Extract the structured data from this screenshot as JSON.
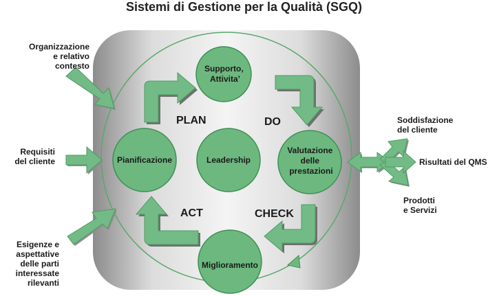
{
  "title": "Sistemi di Gestione per la Qualità (SGQ)",
  "inputs": {
    "organizzazione": [
      "Organizzazione",
      "e relativo",
      "contesto"
    ],
    "requisiti": [
      "Requisiti",
      "del cliente"
    ],
    "esigenze": [
      "Esigenze e",
      "aspettative",
      "delle parti",
      "interessate",
      "rilevanti"
    ]
  },
  "outputs": {
    "soddisfazione": [
      "Soddisfazione",
      "del cliente"
    ],
    "risultati": [
      "Risultati del QMS"
    ],
    "prodotti": [
      "Prodotti",
      "e Servizi"
    ]
  },
  "nodes": {
    "supporto": [
      "Supporto,",
      "Attivita’"
    ],
    "pianificazione": [
      "Pianificazione"
    ],
    "leadership": [
      "Leadership"
    ],
    "valutazione": [
      "Valutazione",
      "delle",
      "prestazioni"
    ],
    "miglioramento": [
      "Miglioramento"
    ]
  },
  "phases": {
    "plan": "PLAN",
    "do": "DO",
    "act": "ACT",
    "check": "CHECK"
  },
  "colors": {
    "node_fill": "#6db87f",
    "node_stroke": "#3e8f55",
    "arrow_fill": "#72bb86",
    "arrow_shadow": "#6f6f6f",
    "background_block": "#a9a9a9"
  }
}
